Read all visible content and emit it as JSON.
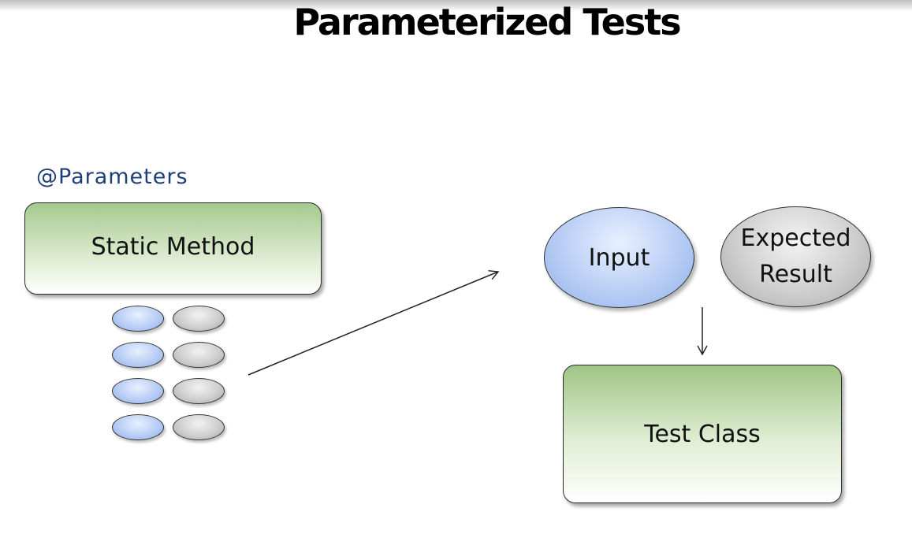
{
  "slide": {
    "title": "Parameterized Tests",
    "annotation": "@Parameters",
    "static_method_label": "Static Method",
    "input_label": "Input",
    "expected_result_line1": "Expected",
    "expected_result_line2": "Result",
    "test_class_label": "Test Class"
  },
  "parameter_pairs": 4,
  "colors": {
    "green_box_top": "#a5c98e",
    "input_blue": "#b9cef5",
    "expected_gray": "#cfcfcf",
    "annotation_blue": "#1f3f7a"
  }
}
